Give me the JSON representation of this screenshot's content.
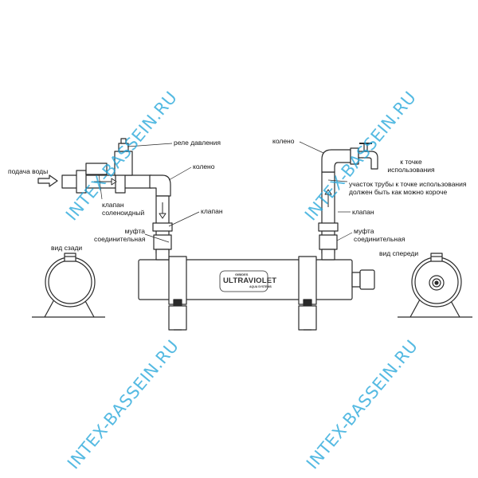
{
  "labels": {
    "pressure_relay": "реле давления",
    "water_inlet": "подача воды",
    "elbow_left": "колено",
    "solenoid_valve": "клапан соленоидный",
    "valve_left": "клапан",
    "coupling_left": "муфта соединительная",
    "rear_view": "вид сзади",
    "elbow_right": "колено",
    "to_point_of_use": "к точке использования",
    "pipe_note": "участок трубы к точке использования должен быть как можно короче",
    "valve_right": "клапан",
    "coupling_right": "муфта соединительная",
    "front_view": "вид спереди"
  },
  "brand": {
    "main": "ULTRAVIOLET",
    "top_small": "GIBIDES",
    "bottom_small": "AQUA SYSTEMS"
  },
  "watermark": "INTEX-BASSEIN.RU",
  "colors": {
    "line": "#2a2a2a",
    "watermark": "#1da3d9",
    "fill": "#ffffff",
    "dark": "#333333"
  }
}
